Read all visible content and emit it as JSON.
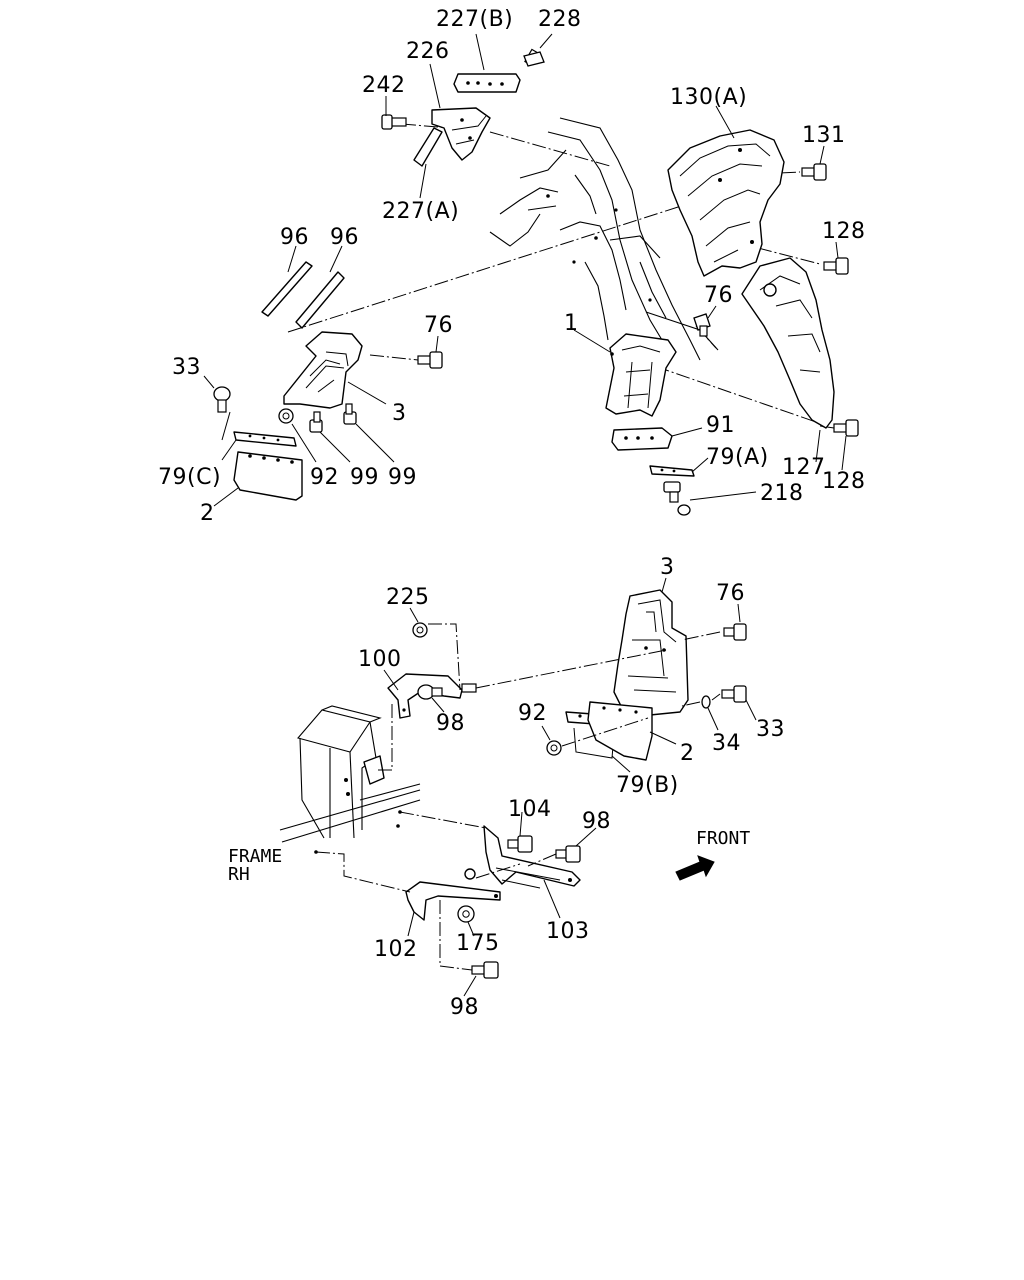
{
  "labels": {
    "p227b": "227(B)",
    "p228": "228",
    "p226": "226",
    "p242": "242",
    "p227a": "227(A)",
    "p130a": "130(A)",
    "p131": "131",
    "p128_top": "128",
    "p96_left": "96",
    "p96_right": "96",
    "p76_top_mid": "76",
    "p76_top_right": "76",
    "p1": "1",
    "p33_top": "33",
    "p3_top": "3",
    "p91": "91",
    "p79a": "79(A)",
    "p127": "127",
    "p128_bottom": "128",
    "p79c": "79(C)",
    "p92_top": "92",
    "p99_left": "99",
    "p99_right": "99",
    "p218": "218",
    "p2_top": "2",
    "p3_bottom": "3",
    "p225": "225",
    "p76_bottom": "76",
    "p100": "100",
    "p98_bracket": "98",
    "p92_bottom": "92",
    "p34": "34",
    "p33_bottom": "33",
    "p2_bottom": "2",
    "p79b": "79(B)",
    "p104": "104",
    "p98_right": "98",
    "p175": "175",
    "p103": "103",
    "p102": "102",
    "p98_bottom": "98"
  },
  "notes": {
    "front": "FRONT",
    "frame_line1": "FRAME",
    "frame_line2": "RH"
  }
}
